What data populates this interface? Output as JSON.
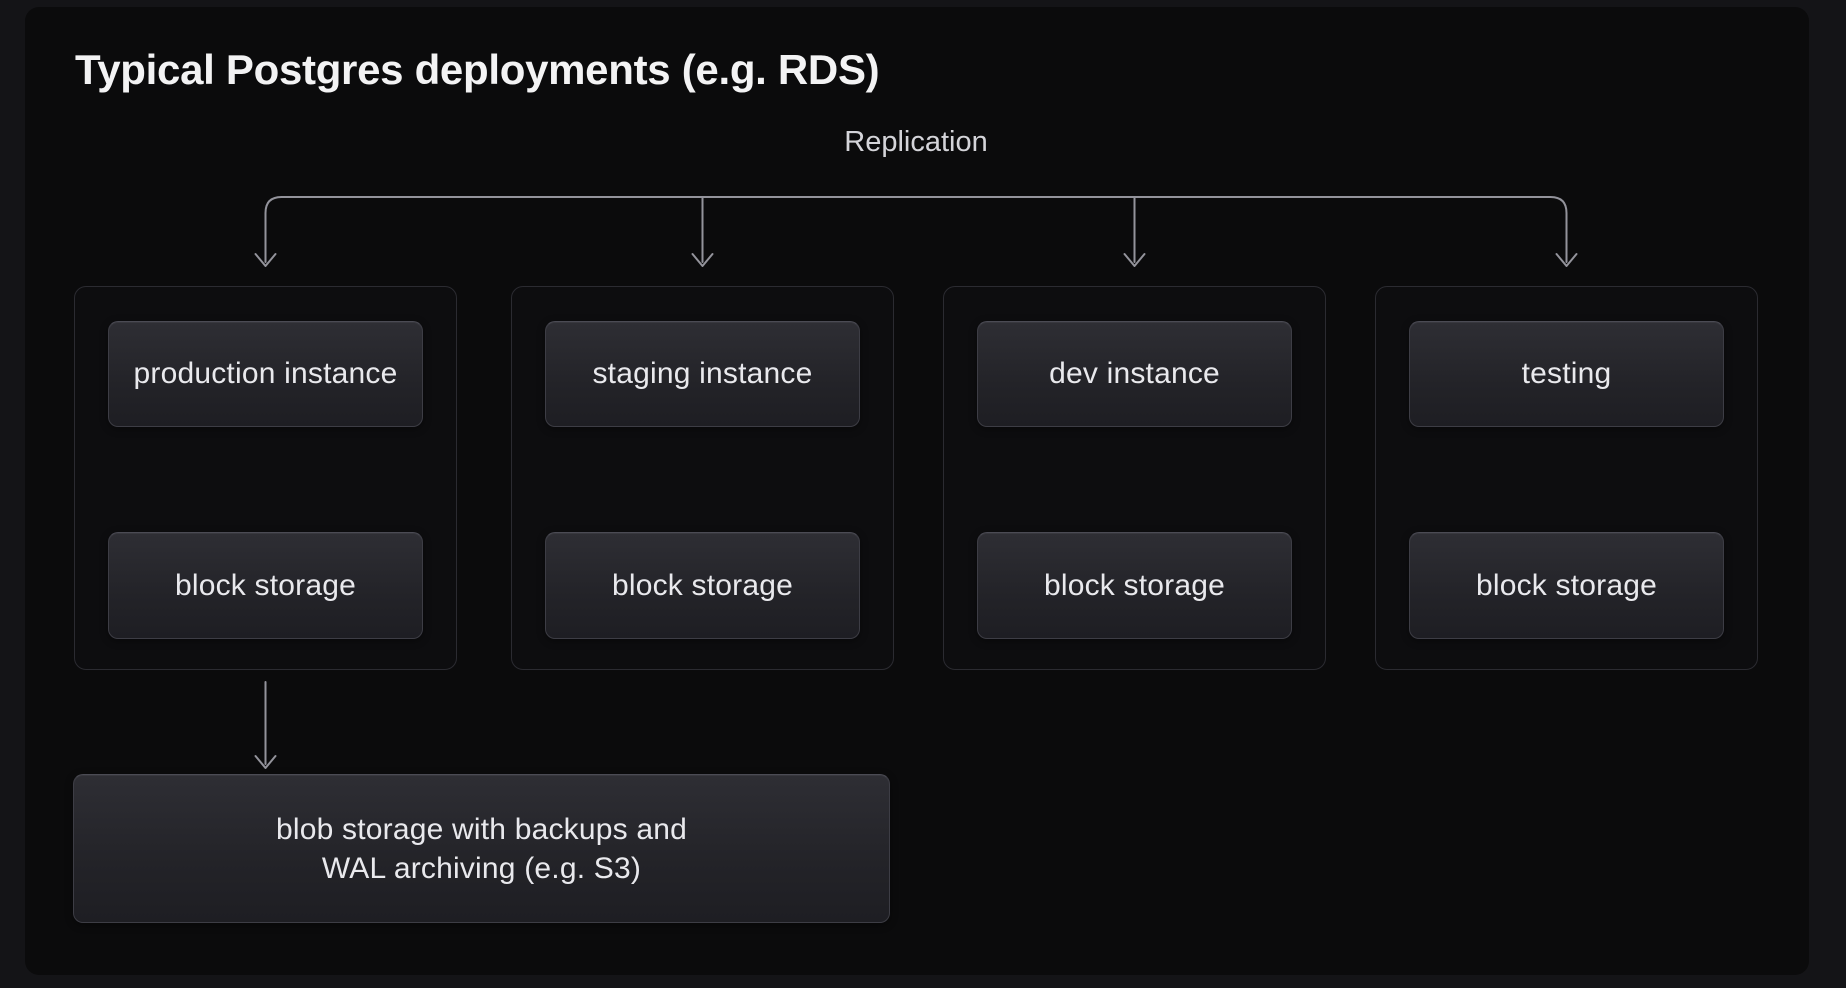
{
  "title": "Typical Postgres deployments (e.g. RDS)",
  "replication_label": "Replication",
  "groups": [
    {
      "name": "production",
      "instance_label": "production instance",
      "storage_label": "block storage"
    },
    {
      "name": "staging",
      "instance_label": "staging instance",
      "storage_label": "block storage"
    },
    {
      "name": "dev",
      "instance_label": "dev instance",
      "storage_label": "block storage"
    },
    {
      "name": "testing",
      "instance_label": "testing",
      "storage_label": "block storage"
    }
  ],
  "blob_storage": {
    "line1": "blob storage with backups and",
    "line2": "WAL archiving (e.g. S3)"
  },
  "icons": {
    "replication_connector": "branching-down-arrows",
    "instance_storage_link": "bidirectional-vertical-arrow",
    "backup_link": "down-arrow"
  },
  "colors": {
    "page_margin_background": "#141417",
    "canvas_background": "#0b0b0c",
    "group_background": "#0d0d0f",
    "group_border": "#2b2b31",
    "node_background_top": "#2e2e34",
    "node_background_bottom": "#1e1e23",
    "node_border": "#3d3d45",
    "connector_stroke": "#93939b",
    "title_text": "#f3f3f4",
    "node_text": "#e9e9ed",
    "replication_text": "#d4d4d9"
  }
}
